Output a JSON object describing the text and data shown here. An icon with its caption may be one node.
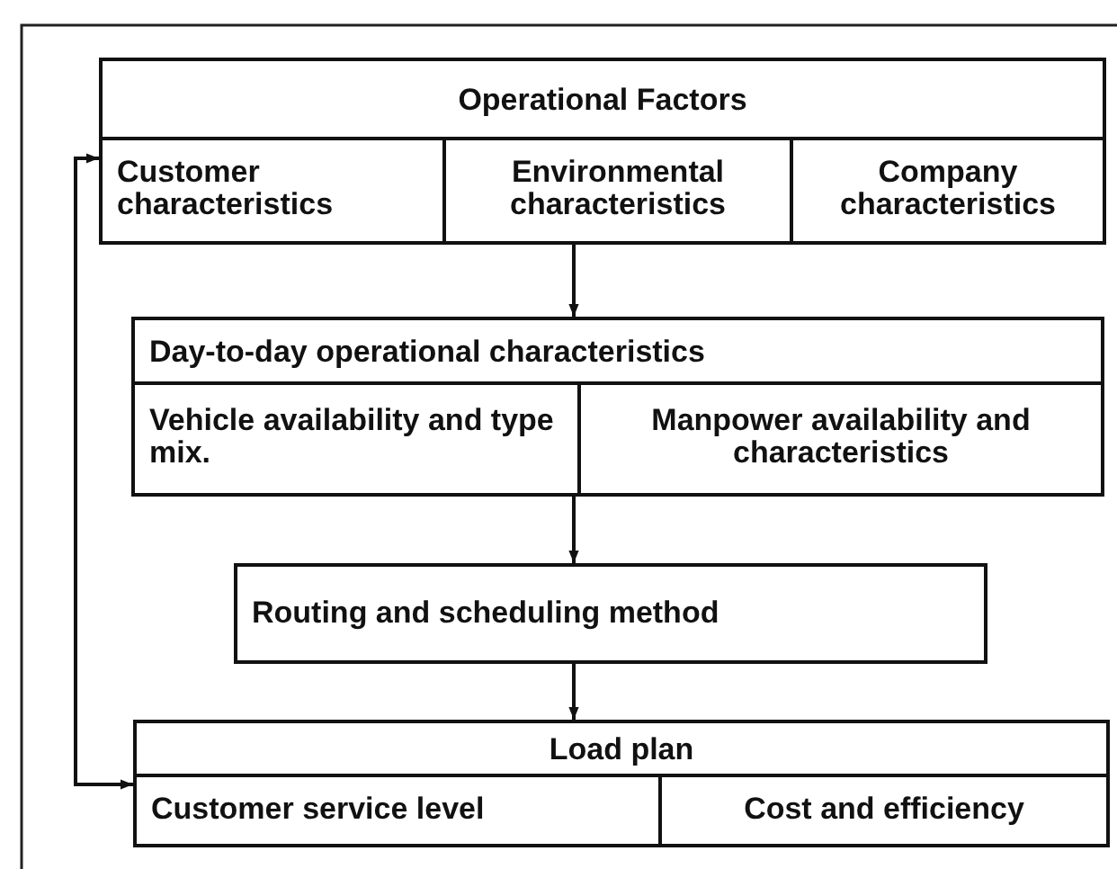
{
  "diagram": {
    "nodes": [
      {
        "text": [
          "Operational Factors"
        ]
      },
      {
        "text": [
          "Customer characteristics"
        ],
        "in": 0
      },
      {
        "text": [
          "Environmental characteristics"
        ],
        "in": 0
      },
      {
        "text": [
          "Company characteristics"
        ],
        "in": 0
      },
      {
        "text": [
          "Day-to-day operational characteristics"
        ]
      },
      {
        "text": [
          "Vehicle availability and type mix."
        ],
        "in": 4
      },
      {
        "text": [
          "Manpower availability and characteristics"
        ],
        "in": 4
      },
      {
        "text": [
          "Routing and scheduling method"
        ]
      },
      {
        "text": [
          "Load plan"
        ]
      },
      {
        "text": [
          "Customer service level"
        ],
        "in": 8
      },
      {
        "text": [
          "Cost and efficiency"
        ],
        "in": 8
      }
    ],
    "edges": [
      {
        "from": 0,
        "to": 4,
        "arrow": "to"
      },
      {
        "from": 4,
        "to": 7,
        "arrow": "to"
      },
      {
        "from": 7,
        "to": 8,
        "arrow": "to"
      },
      {
        "from": 8,
        "to": 0,
        "arrow": "both"
      }
    ]
  }
}
